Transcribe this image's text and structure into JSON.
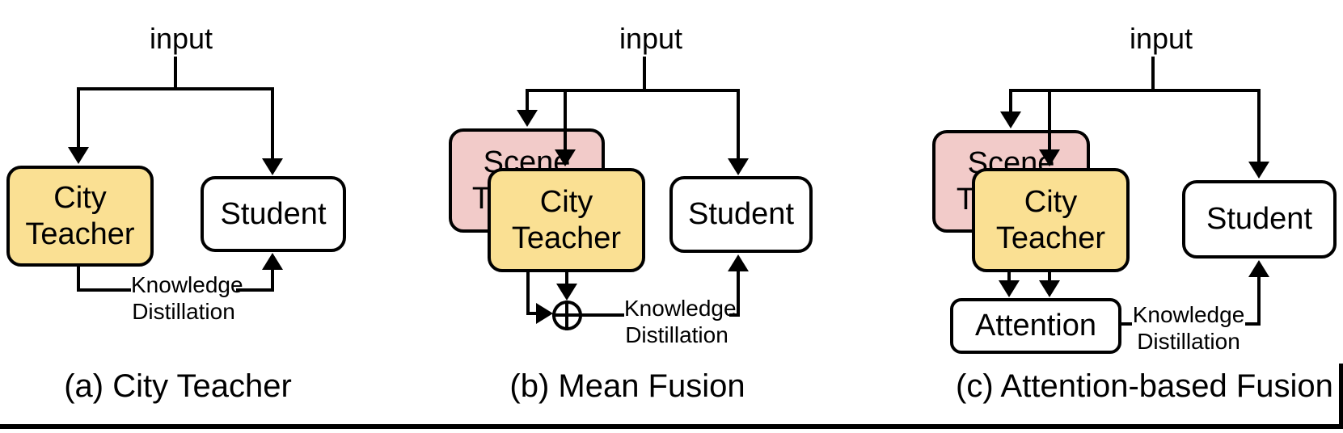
{
  "figure_labels": {
    "input": "input",
    "city_teacher_line1": "City",
    "city_teacher_line2": "Teacher",
    "scene_teacher_line1": "Scene",
    "scene_teacher_line2": "Teacher",
    "student": "Student",
    "attention": "Attention",
    "kd_line1": "Knowledge",
    "kd_line2": "Distillation"
  },
  "captions": {
    "a": "(a) City Teacher",
    "b": "(b) Mean Fusion",
    "c": "(c) Attention-based Fusion"
  },
  "icons": {
    "mean_fusion_operator": "circle-plus-icon",
    "arrowheads": "solid-triangle-arrowhead-icon"
  },
  "colors": {
    "city_teacher_fill": "#FAE093",
    "scene_teacher_fill": "#F2CBC9",
    "student_fill": "#FFFFFF",
    "attention_fill": "#FFFFFF",
    "line": "#000000",
    "background": "#FFFFFF"
  }
}
